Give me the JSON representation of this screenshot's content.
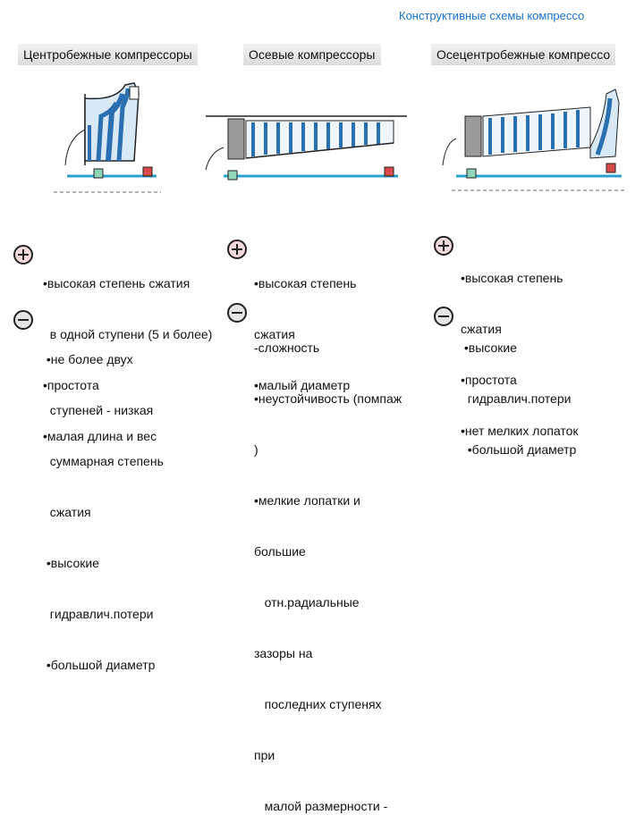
{
  "title": "Конструктивные схемы компрессо",
  "columns": [
    {
      "header": "Центробежные компрессоры",
      "plus": [
        "•высокая степень сжатия",
        "  в одной ступени (5 и более)",
        "•простота",
        "•малая длина и вес"
      ],
      "minus": [
        " •не более двух",
        "  ступеней - низкая",
        "  суммарная степень",
        "  сжатия",
        " •высокие",
        "  гидравлич.потери",
        " •большой диаметр"
      ]
    },
    {
      "header": "Осевые компрессоры",
      "plus": [
        "•высокая степень",
        "сжатия",
        "•малый диаметр"
      ],
      "minus": [
        "-сложность",
        "•неустойчивость (помпаж",
        ")",
        "•мелкие лопатки и",
        "большие",
        "   отн.радиальные",
        "зазоры на",
        "   последних ступенях",
        "при",
        "   малой размерности -"
      ]
    },
    {
      "header": "Осецентробежные компрессо",
      "plus": [
        "•высокая степень",
        "сжатия",
        "•простота",
        "•нет мелких лопаток"
      ],
      "minus": [
        " •высокие",
        "  гидравлич.потери",
        "  •большой диаметр"
      ]
    }
  ],
  "colors": {
    "title": "#1a73c8",
    "blade": "#5aa0d8",
    "plus_fill": "#f4dada",
    "minus_fill": "#e6e6e6"
  }
}
